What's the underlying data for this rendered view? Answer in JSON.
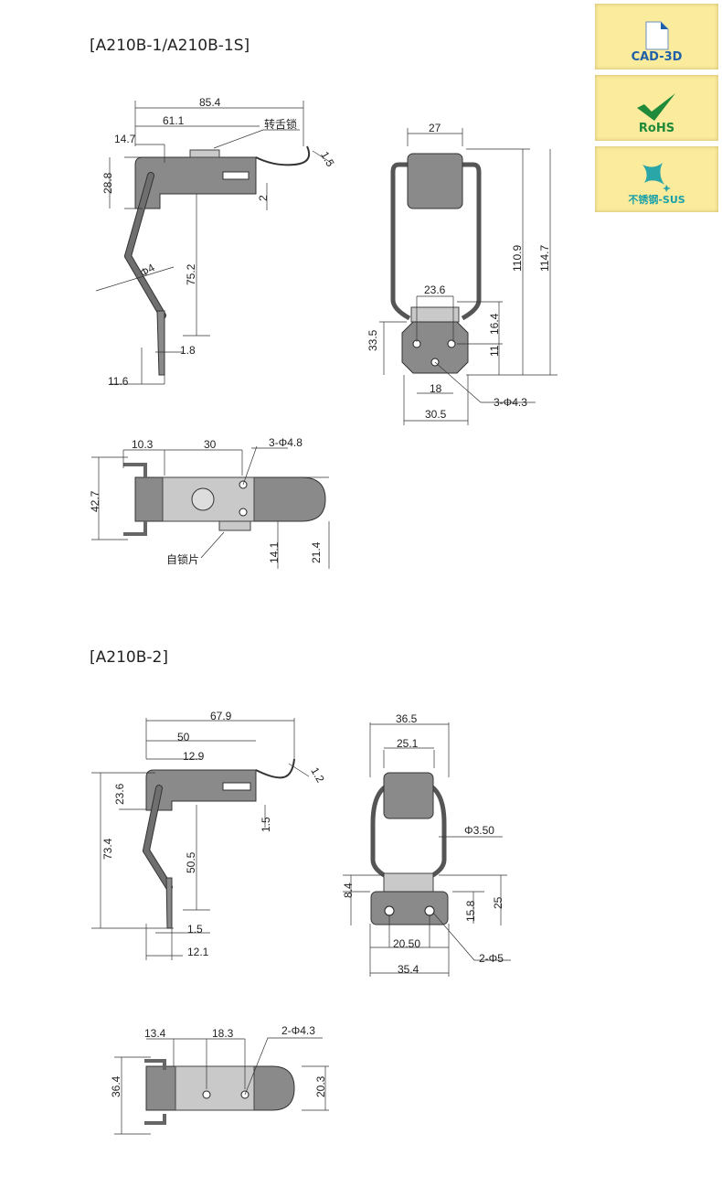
{
  "badges": [
    {
      "label": "CAD-3D",
      "icon": "document-icon",
      "color": "#1f5fa8"
    },
    {
      "label": "RoHS",
      "icon": "checkmark-icon",
      "color": "#1e8a3a"
    },
    {
      "label": "不锈钢-SUS",
      "icon": "sparkle-icon",
      "color": "#1aa0a8"
    }
  ],
  "section1": {
    "title": "[A210B-1/A210B-1S]",
    "side": {
      "d1": "85.4",
      "d2": "61.1",
      "note": "转舌锁",
      "d3": "14.7",
      "d4": "1.5",
      "d5": "28.8",
      "d6": "2",
      "d7": "75.2",
      "d8": "Φ4",
      "d9": "1.8",
      "d10": "11.6"
    },
    "front": {
      "d1": "27",
      "d2": "110.9",
      "d3": "114.7",
      "d4": "23.6",
      "d5": "16.4",
      "d6": "33.5",
      "d7": "11",
      "d8": "18",
      "d9": "3-Φ4.3",
      "d10": "30.5"
    },
    "top": {
      "d1": "10.3",
      "d2": "30",
      "d3": "3-Φ4.8",
      "d4": "42.7",
      "d5": "14.1",
      "d6": "21.4",
      "note": "自锁片"
    }
  },
  "section2": {
    "title": "[A210B-2]",
    "side": {
      "d1": "67.9",
      "d2": "50",
      "d3": "12.9",
      "d4": "1.2",
      "d5": "23.6",
      "d6": "73.4",
      "d7": "1.5",
      "d8": "50.5",
      "d9": "1.5",
      "d10": "12.1"
    },
    "front": {
      "d1": "36.5",
      "d2": "25.1",
      "d3": "Φ3.50",
      "d4": "8.4",
      "d5": "25",
      "d6": "15.8",
      "d7": "20.50",
      "d8": "2-Φ5",
      "d9": "35.4"
    },
    "top": {
      "d1": "13.4",
      "d2": "18.3",
      "d3": "2-Φ4.3",
      "d4": "36.4",
      "d5": "20.3"
    }
  }
}
